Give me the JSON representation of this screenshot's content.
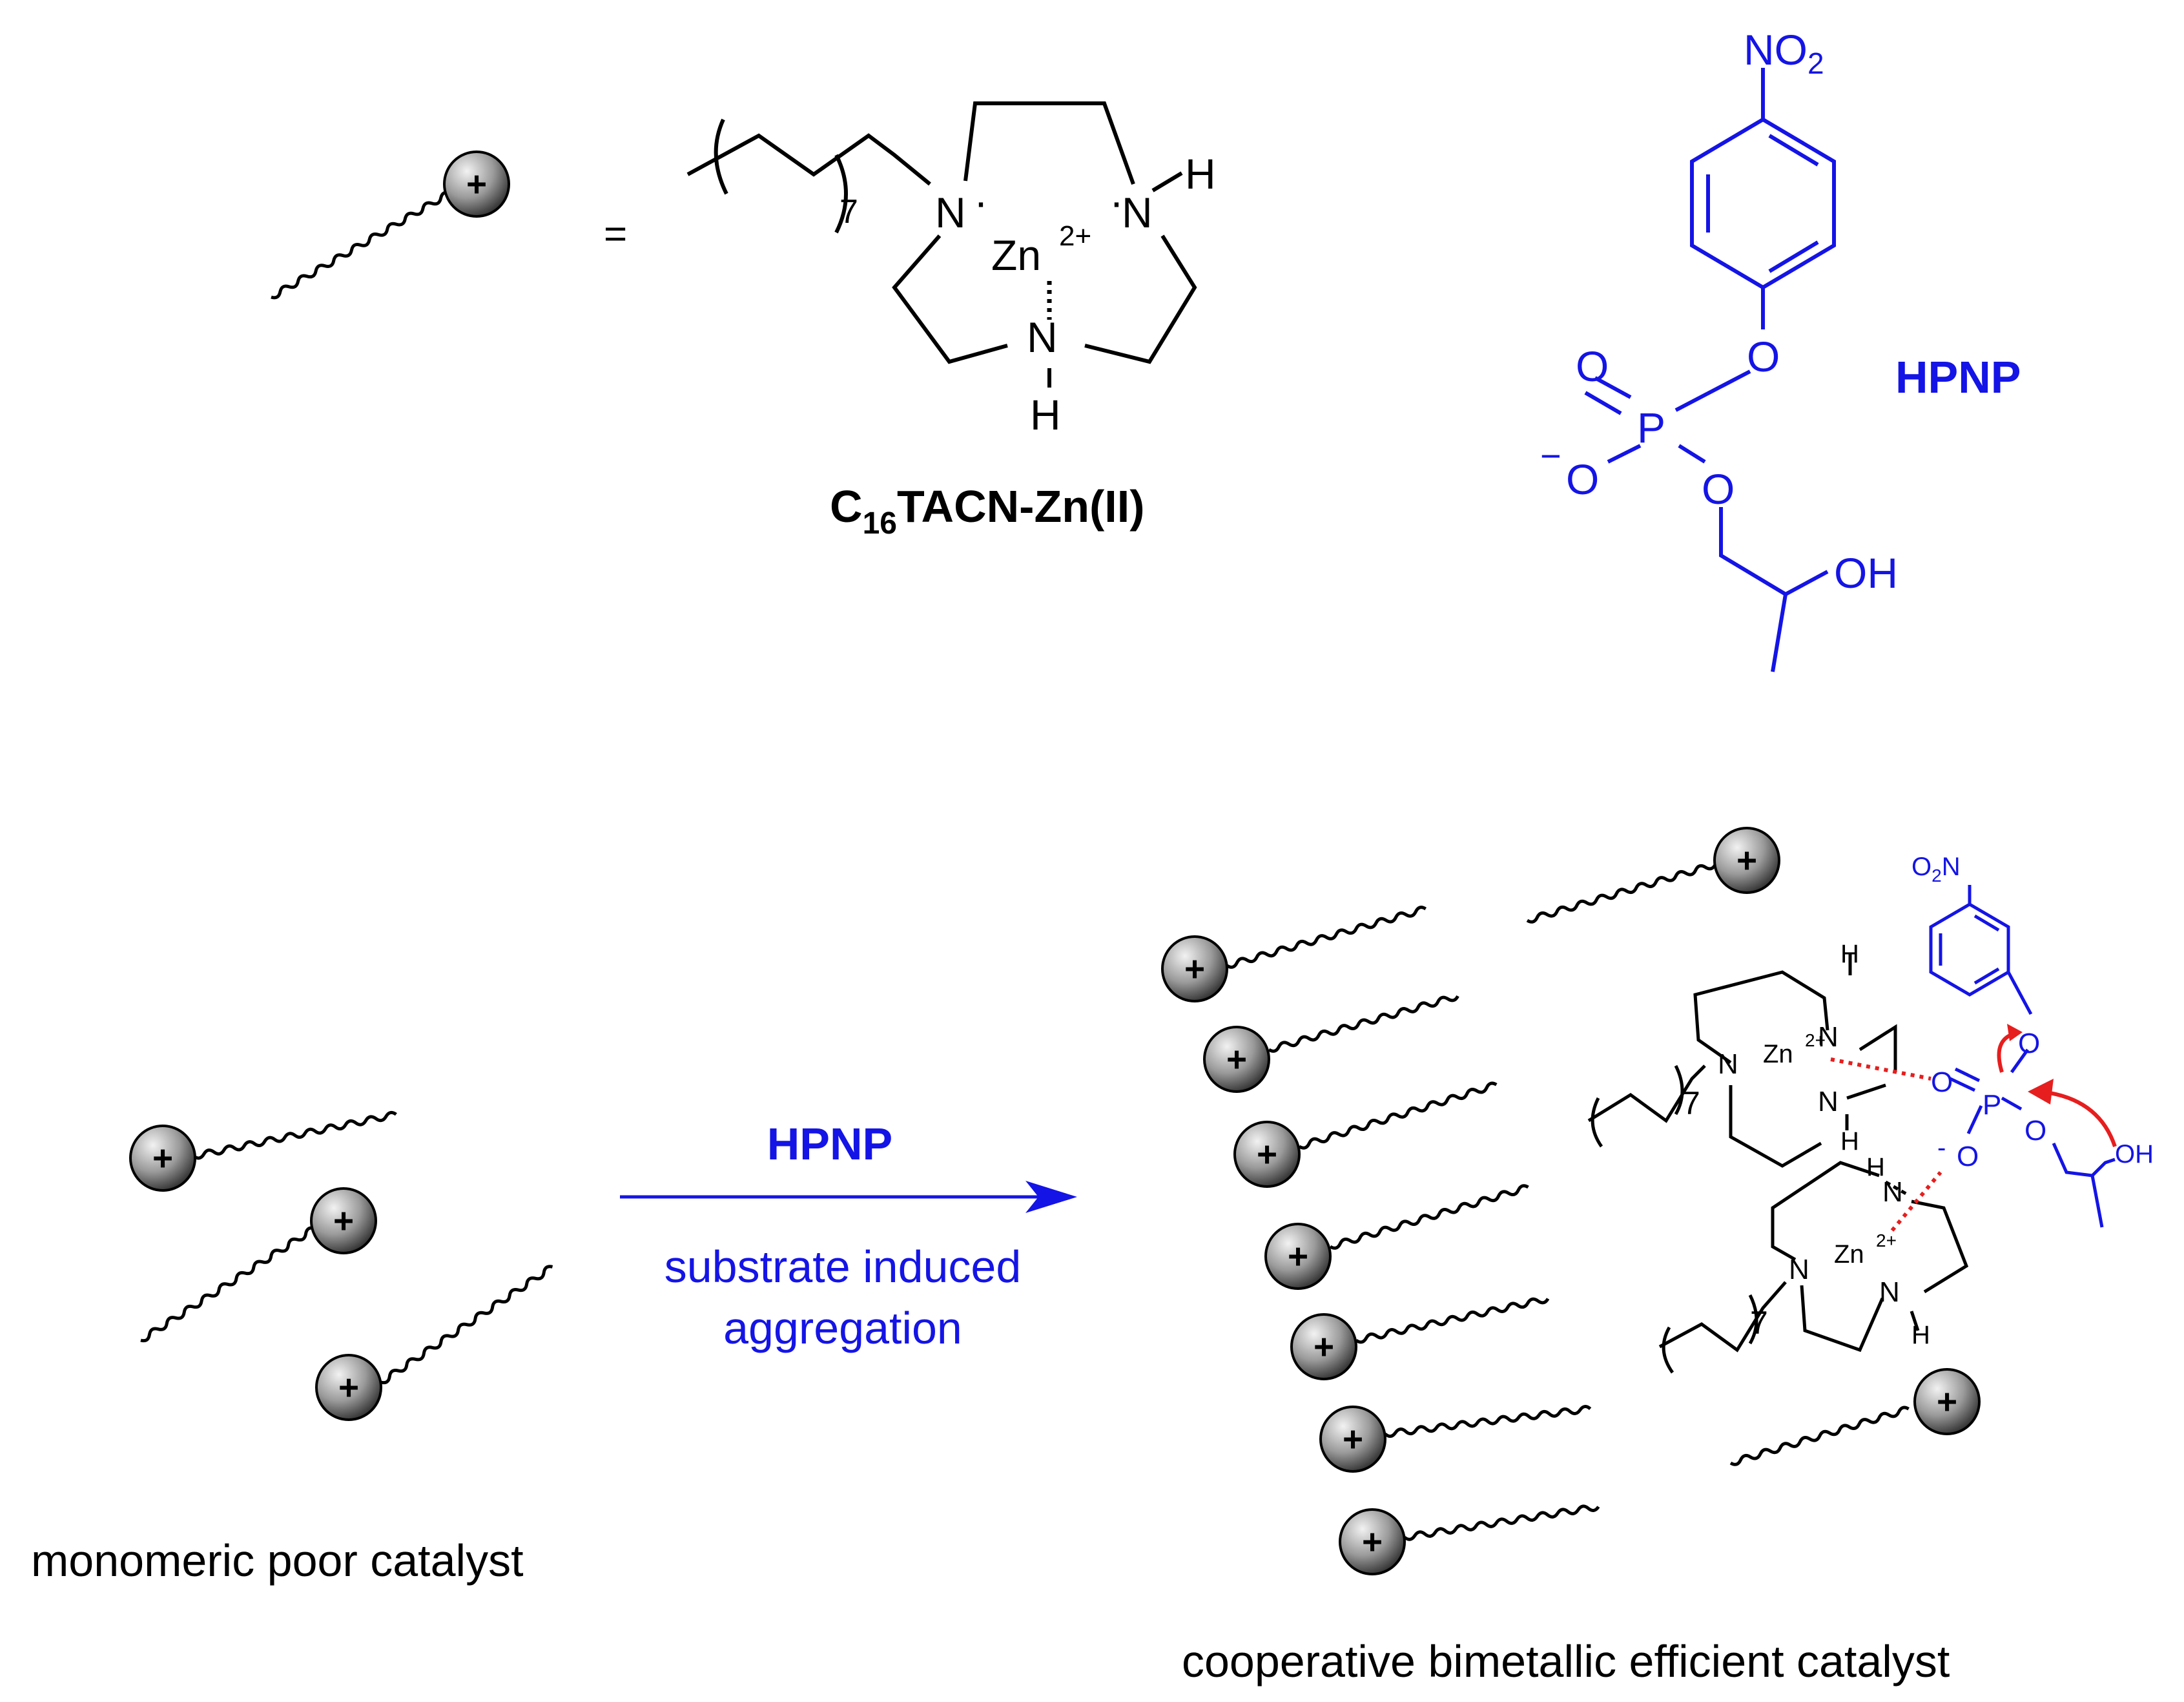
{
  "colors": {
    "bond": "#000000",
    "substrate": "#1414e6",
    "hbond": "#e61e1e",
    "arrow": "#1414e6",
    "bead_light": "#f2f2f2",
    "bead_dark": "#3a3a3a"
  },
  "legend": {
    "equals": "=",
    "complex_name": "C",
    "complex_sub": "16",
    "complex_rest": "TACN-Zn(II)",
    "N": "N",
    "H": "H",
    "zn": "Zn",
    "zn_charge": "2+",
    "repeat_count": "7"
  },
  "substrate": {
    "label": "HPNP",
    "nitro_N": "NO",
    "nitro_sub": "2",
    "O": "O",
    "P": "P",
    "minus": "−",
    "OH": "OH"
  },
  "reaction": {
    "arrow_label": "HPNP",
    "caption_line1": "substrate induced",
    "caption_line2": "aggregation"
  },
  "captions": {
    "left": "monomeric poor catalyst",
    "right": "cooperative bimetallic efficient catalyst"
  },
  "mechanism": {
    "N": "N",
    "H": "H",
    "zn": "Zn",
    "zn_charge": "2+",
    "repeat_count": "7",
    "O": "O",
    "P": "P",
    "minus": "-",
    "OH": "OH",
    "nitro": "O",
    "nitro_sub": "2",
    "nitro_N": "N"
  },
  "bead_symbol": "+"
}
